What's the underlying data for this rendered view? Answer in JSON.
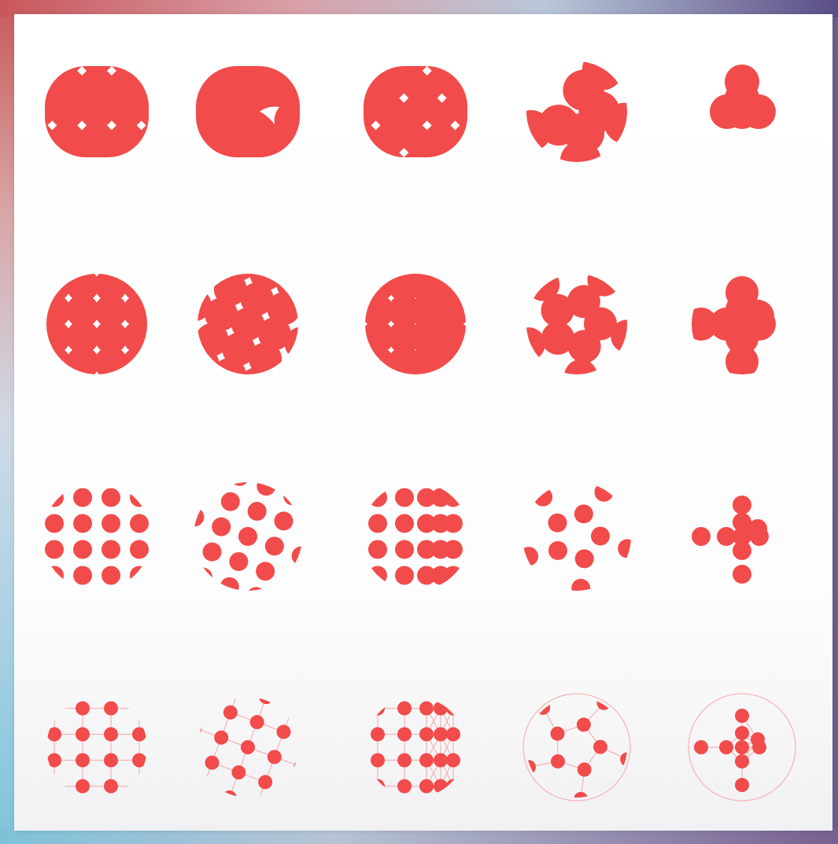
{
  "colors": {
    "ink": "#f24b4b",
    "line": "#f6b3b3",
    "paper": "#ffffff"
  },
  "patterns": {
    "rows": 4,
    "columns": 5,
    "row_styles": [
      "solid-blob",
      "overlapping-dots",
      "separated-dots",
      "dots-with-guide-lines"
    ],
    "column_styles": [
      "square-grid",
      "rotated-grid",
      "compressed-grid",
      "radial-ring",
      "cross"
    ]
  }
}
